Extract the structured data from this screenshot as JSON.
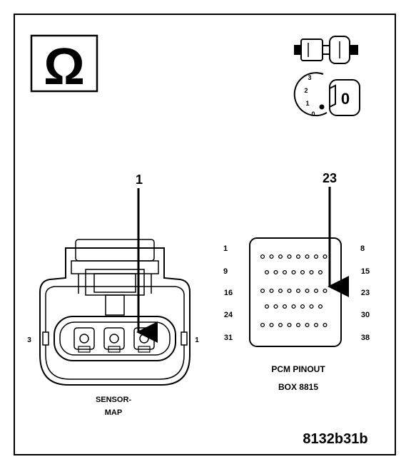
{
  "ohmmeter_symbol": "Ω",
  "ignition": {
    "positions": [
      "3",
      "2",
      "1",
      "0"
    ],
    "key_label": "0"
  },
  "sensor": {
    "callout_pin": "1",
    "left_pin": "3",
    "right_pin": "1",
    "label_line1": "SENSOR-",
    "label_line2": "MAP"
  },
  "pcm": {
    "callout_pin": "23",
    "row_start_labels": [
      "1",
      "9",
      "16",
      "24",
      "31"
    ],
    "row_end_labels": [
      "8",
      "15",
      "23",
      "30",
      "38"
    ],
    "rows": [
      8,
      7,
      8,
      7,
      8
    ],
    "label_line1": "PCM PINOUT",
    "label_line2": "BOX 8815"
  },
  "figure_id": "8132b31b"
}
